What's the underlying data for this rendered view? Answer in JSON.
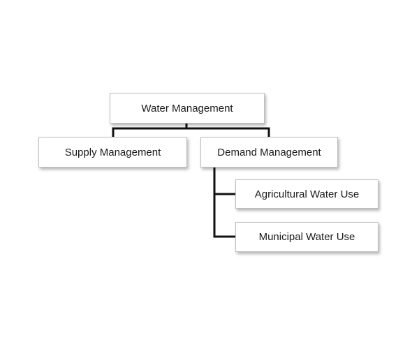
{
  "diagram": {
    "root": {
      "label": "Water Management"
    },
    "children": [
      {
        "label": "Supply Management"
      },
      {
        "label": "Demand Management",
        "children": [
          {
            "label": "Agricultural Water Use"
          },
          {
            "label": "Municipal Water Use"
          }
        ]
      }
    ],
    "connector_color": "#111111",
    "box_border_color": "#bdbdbd"
  }
}
